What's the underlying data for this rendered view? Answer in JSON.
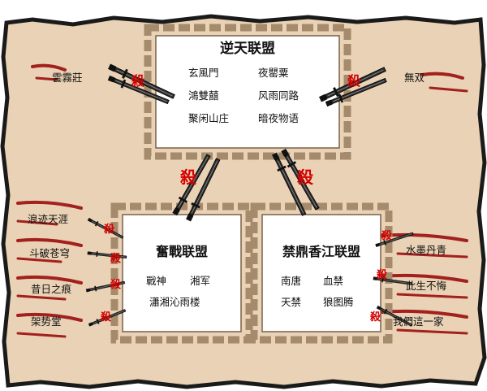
{
  "kill_char": "殺",
  "alliances": {
    "top": {
      "title": "逆天联盟",
      "members": [
        "玄風門",
        "夜罌粟",
        "鴻雙囍",
        "风雨同路",
        "聚闲山庄",
        "暗夜物语"
      ]
    },
    "left": {
      "title": "奮戰联盟",
      "members": [
        "戰神",
        "湘军",
        "瀟湘沁雨楼"
      ]
    },
    "right": {
      "title": "禁鼎香江联盟",
      "members": [
        "南唐",
        "血禁",
        "天禁",
        "狼图腾"
      ]
    }
  },
  "enemies": {
    "top_left": "雲霧莊",
    "top_right": "無双",
    "left": [
      "浪迹天涯",
      "斗破苍穹",
      "昔日之痕",
      "架势堂"
    ],
    "right": [
      "水墨丹青",
      "此生不悔",
      "我們這一家"
    ]
  },
  "colors": {
    "parchment": "#e9d2b5",
    "border": "#1a1a1a",
    "frame": "#a58a6c",
    "kill": "#d40000",
    "blood": "#9b0d0d"
  }
}
